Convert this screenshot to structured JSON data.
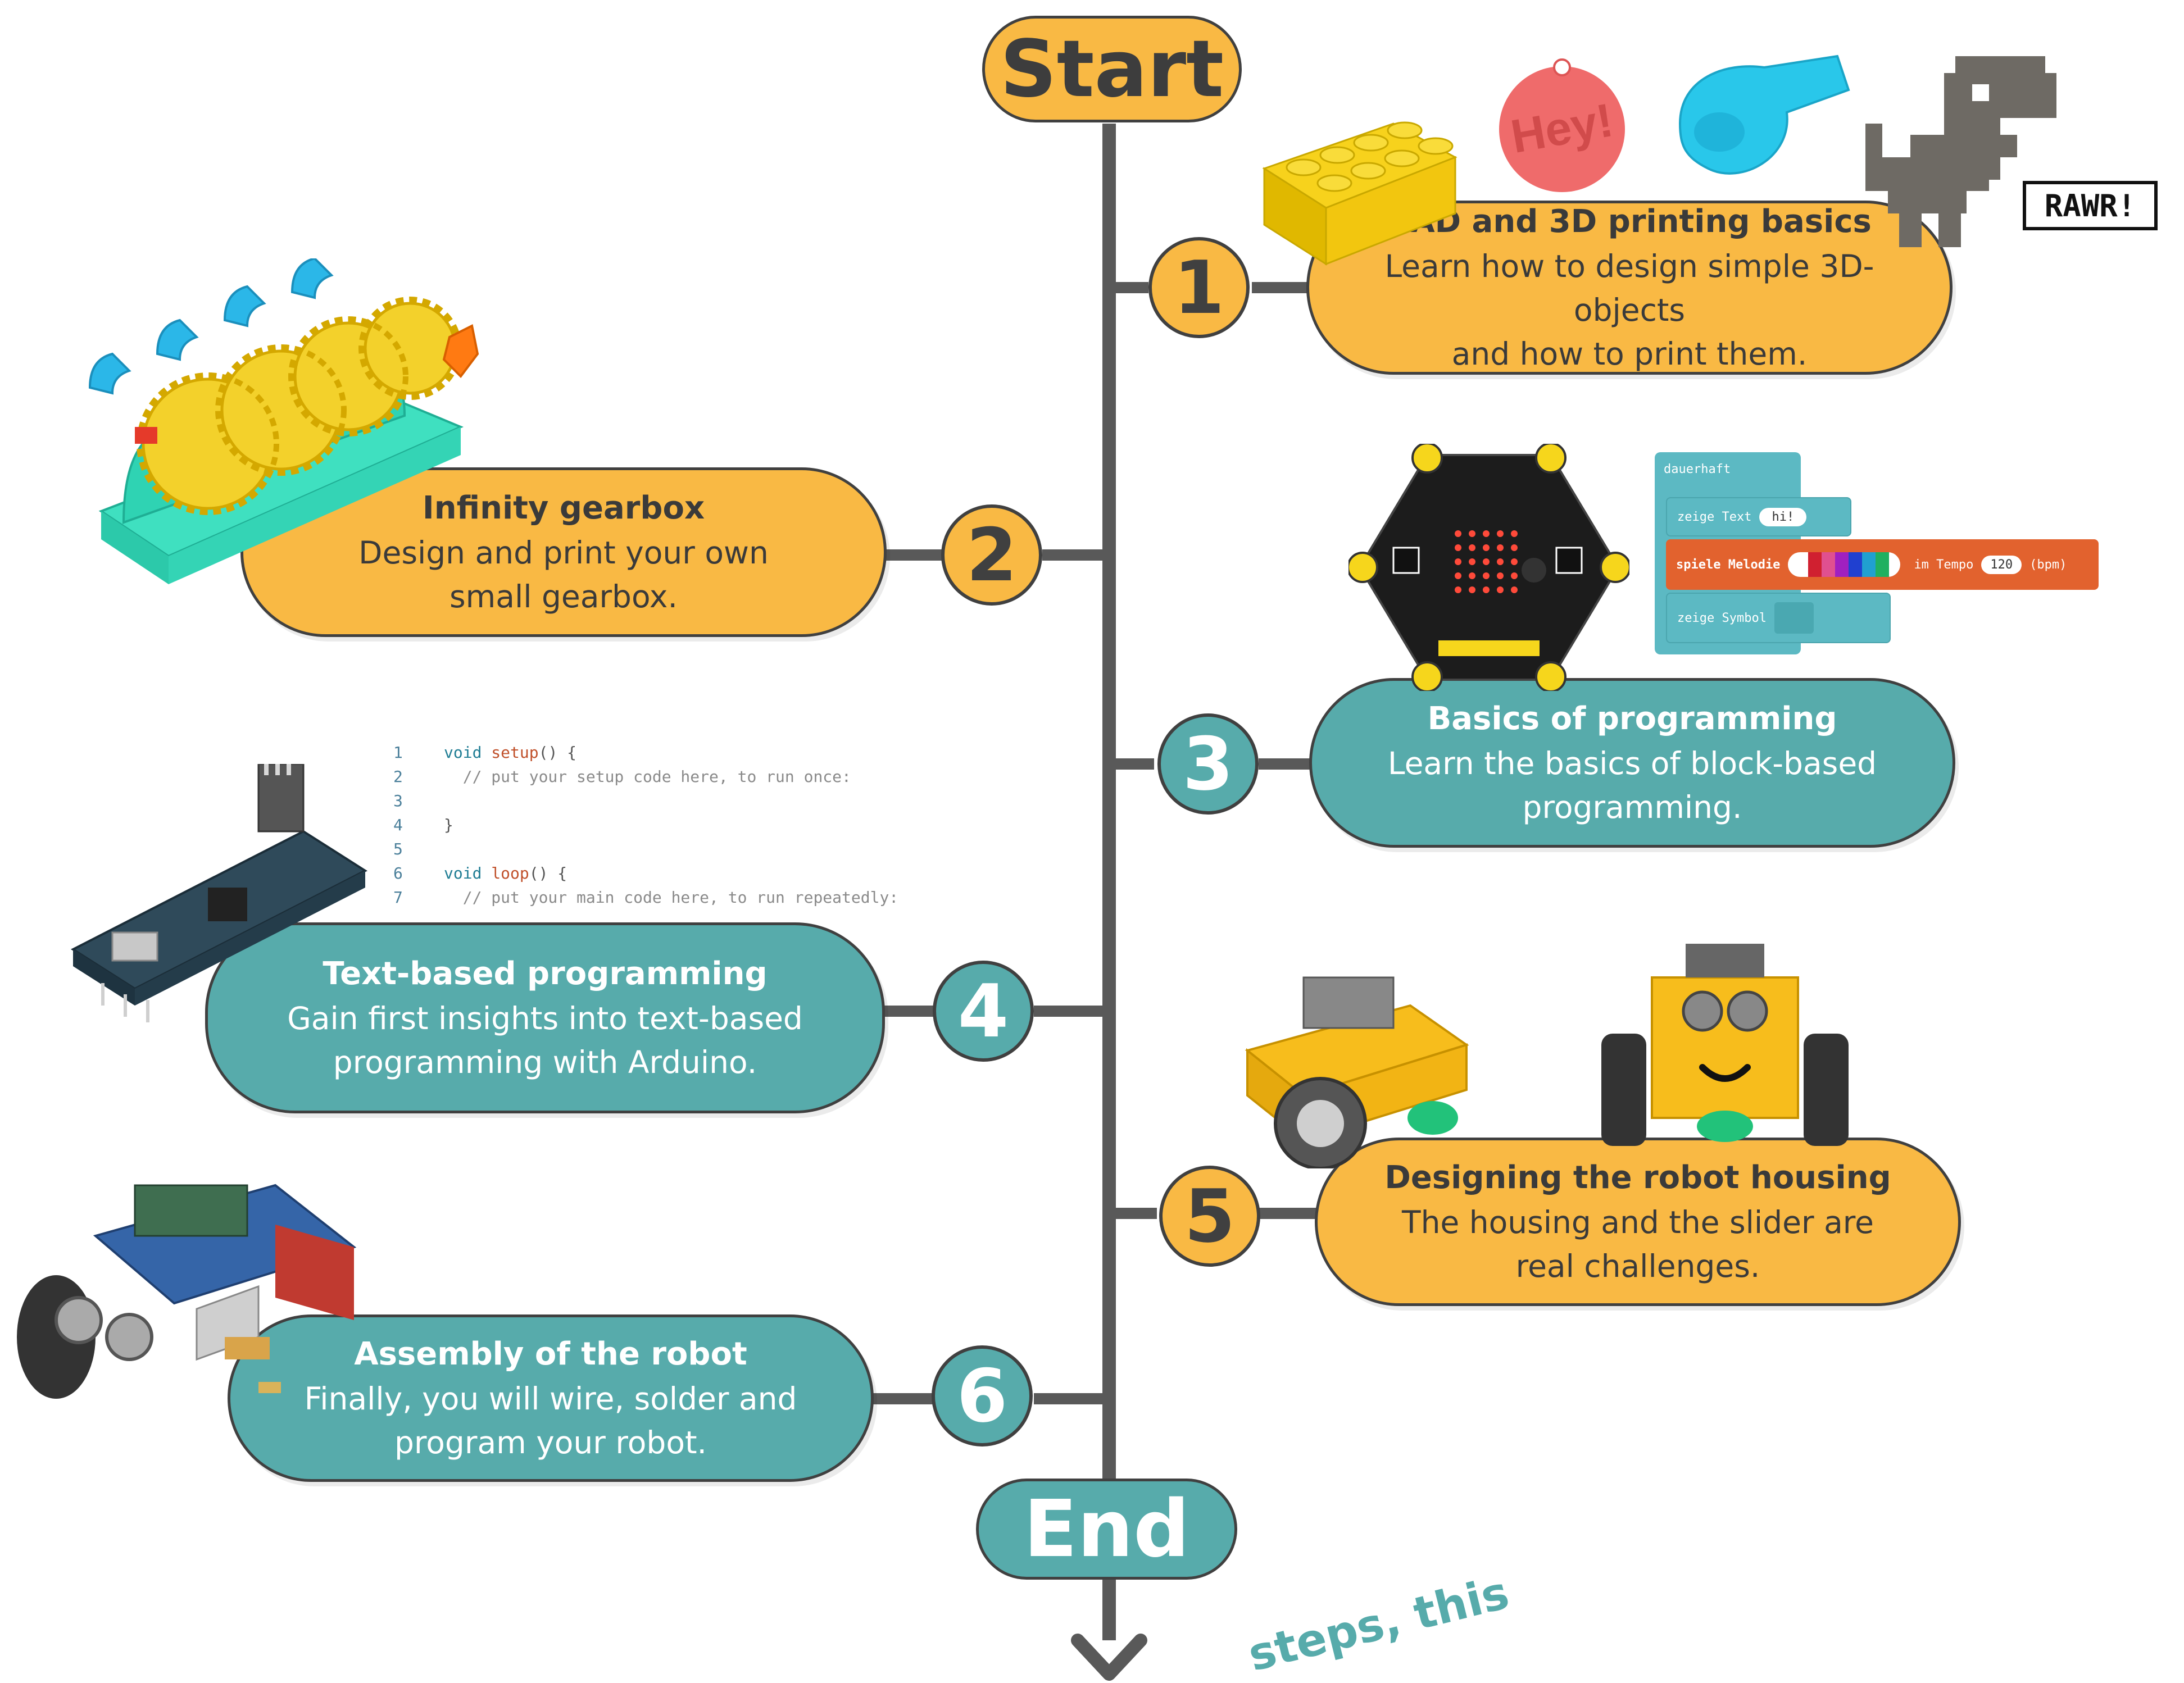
{
  "start_label": "Start",
  "end_label": "End",
  "bottom_note": "steps, this",
  "steps": [
    {
      "number": "1",
      "title": "CAD and 3D printing basics",
      "line1": "Learn how to design simple 3D-objects",
      "line2": "and how to print them."
    },
    {
      "number": "2",
      "title": "Infinity gearbox",
      "line1": "Design and print your own",
      "line2": "small gearbox."
    },
    {
      "number": "3",
      "title": "Basics of programming",
      "line1": "Learn the basics of block-based",
      "line2": "programming."
    },
    {
      "number": "4",
      "title": "Text-based programming",
      "line1": "Gain first insights into text-based",
      "line2": "programming with Arduino."
    },
    {
      "number": "5",
      "title": "Designing the robot housing",
      "line1": "The housing and the slider are",
      "line2": "real challenges."
    },
    {
      "number": "6",
      "title": "Assembly of the robot",
      "line1": "Finally, you will wire, solder and",
      "line2": "program your robot."
    }
  ],
  "illustrations": {
    "keychain_text": "Hey!",
    "speech_text": "RAWR!"
  },
  "code_snippet": [
    {
      "ln": "1",
      "kw": "void ",
      "fn": "setup",
      "rest": "() {"
    },
    {
      "ln": "2",
      "comment": "  // put your setup code here, to run once:"
    },
    {
      "ln": "3"
    },
    {
      "ln": "4",
      "rest": "}"
    },
    {
      "ln": "5"
    },
    {
      "ln": "6",
      "kw": "void ",
      "fn": "loop",
      "rest": "() {"
    },
    {
      "ln": "7",
      "comment": "  // put your main code here, to run repeatedly:"
    }
  ],
  "block_code": {
    "header": "dauerhaft",
    "show_text_label": "zeige Text",
    "show_text_value": "hi!",
    "melody_label": "spiele Melodie",
    "tempo_label": "im Tempo",
    "tempo_value": "120",
    "tempo_unit": "(bpm)",
    "show_symbol_label": "zeige Symbol"
  },
  "colors": {
    "orange": "#f9b944",
    "teal": "#57abab",
    "spine": "#595959",
    "outline": "#404040"
  }
}
